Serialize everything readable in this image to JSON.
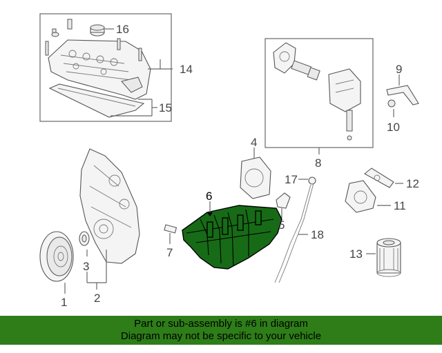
{
  "callouts": {
    "c1": "1",
    "c2": "2",
    "c3": "3",
    "c4": "4",
    "c5": "5",
    "c6": "6",
    "c7": "7",
    "c8": "8",
    "c9": "9",
    "c10": "10",
    "c11": "11",
    "c12": "12",
    "c13": "13",
    "c14": "14",
    "c15": "15",
    "c16": "16",
    "c17": "17",
    "c18": "18"
  },
  "highlight": {
    "part_number": "6",
    "color": "#176b17"
  },
  "banner": {
    "line1": "Part or sub-assembly is #6 in diagram",
    "line2": "Diagram may not be specific to your vehicle",
    "color": "#2e7d18"
  }
}
